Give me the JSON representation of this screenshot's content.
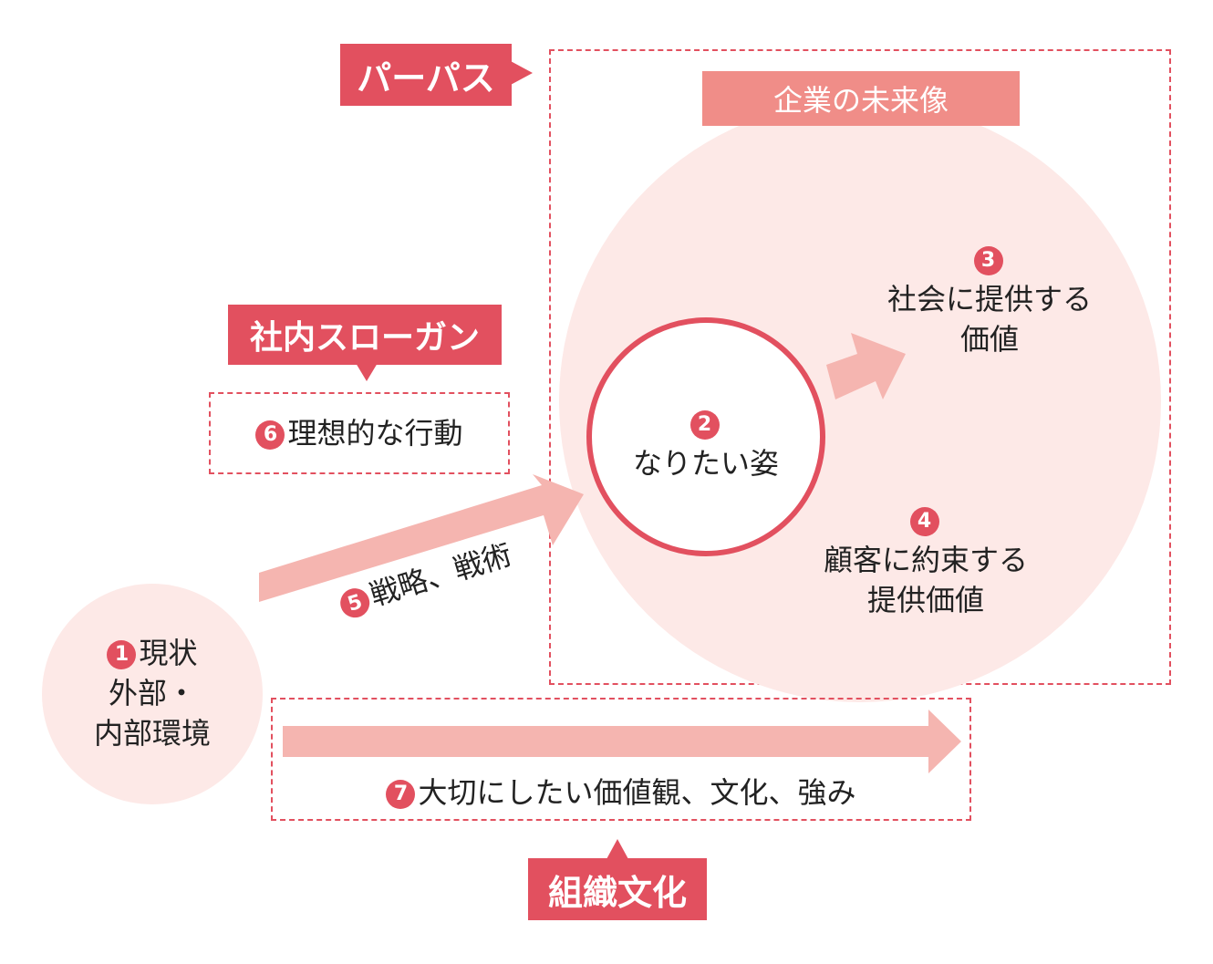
{
  "purpose": {
    "label": "パーパス"
  },
  "future_image": {
    "label": "企業の未来像"
  },
  "slogan": {
    "label": "社内スローガン",
    "item_num": "6",
    "item_text": "理想的な行動"
  },
  "culture": {
    "label": "組織文化",
    "item_num": "7",
    "item_text": "大切にしたい価値観、文化、強み"
  },
  "current": {
    "num": "1",
    "line1": "現状",
    "line2": "外部・",
    "line3": "内部環境"
  },
  "ideal": {
    "num": "2",
    "text": "なりたい姿"
  },
  "social_value": {
    "num": "3",
    "line1": "社会に提供する",
    "line2": "価値"
  },
  "customer_value": {
    "num": "4",
    "line1": "顧客に約束する",
    "line2": "提供価値"
  },
  "strategy": {
    "num": "5",
    "text": "戦略、戦術"
  },
  "colors": {
    "accent": "#e2505f",
    "light_pink": "#fde9e7",
    "arrow": "#f5b5b0",
    "banner": "#f08d88"
  }
}
